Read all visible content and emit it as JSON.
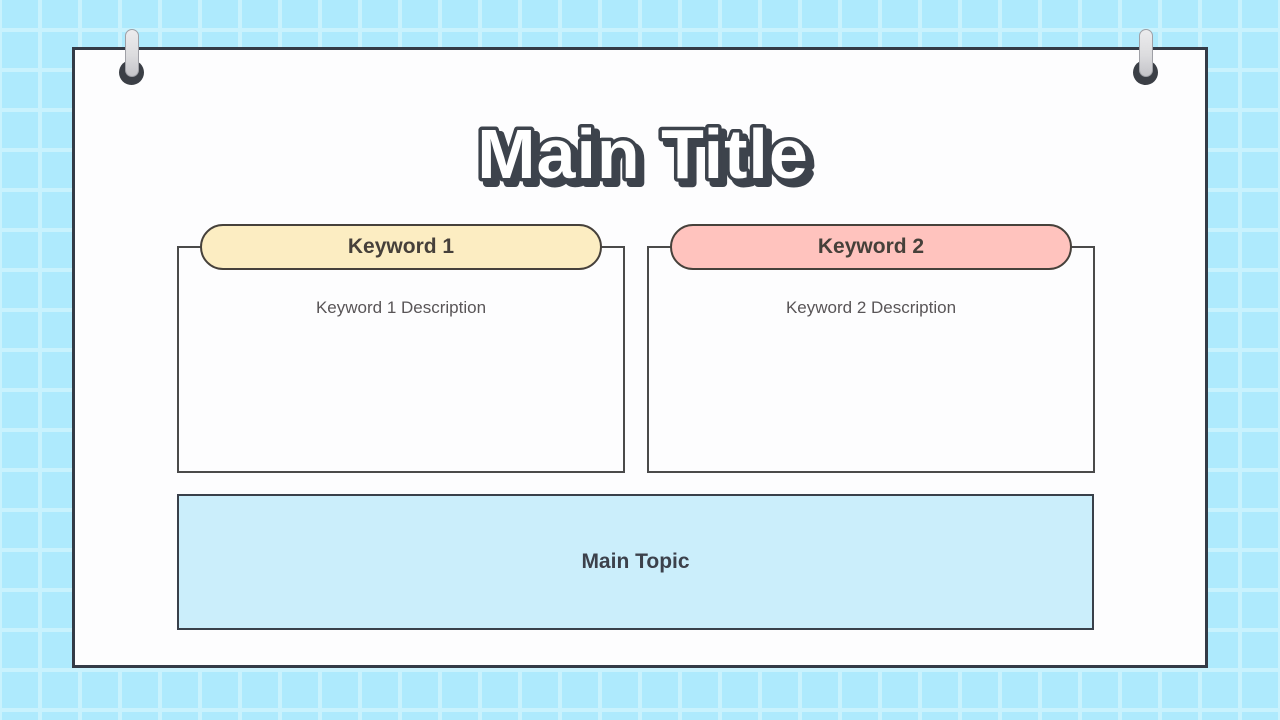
{
  "slide": {
    "title": "Main Title",
    "keywords": [
      {
        "label": "Keyword 1",
        "description": "Keyword 1 Description",
        "pill_color": "#fcedc2"
      },
      {
        "label": "Keyword 2",
        "description": "Keyword 2 Description",
        "pill_color": "#ffc3be"
      }
    ],
    "main_topic": {
      "label": "Main Topic",
      "fill_color": "#cbeefb"
    },
    "colors": {
      "background": "#aeeafd",
      "grid_line": "#c9f2fd",
      "card_border": "#343b47",
      "box_border": "#4a4a4a",
      "title_outline": "#3d434c",
      "keyword_text": "#46403a",
      "description_text": "#595557",
      "topic_text": "#3c414b",
      "pin_head": "#3b3f46",
      "pin_stem": "#dcdcde"
    }
  }
}
